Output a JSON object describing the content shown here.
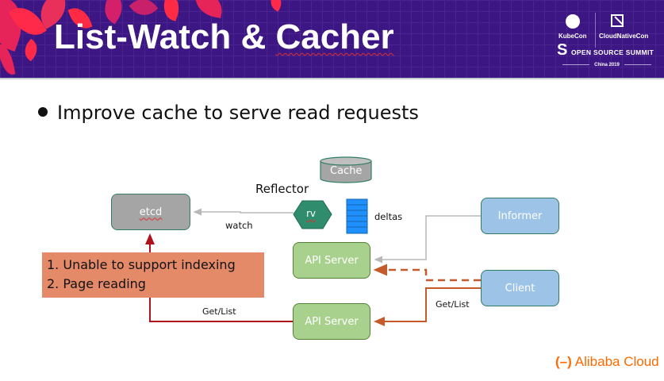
{
  "header": {
    "title": "List-Watch & Cacher",
    "title_plain": "List-Watch & ",
    "title_squiggle": "Cacher",
    "event_logo": {
      "kubecon": "KubeCon",
      "cloudnativecon": "CloudNativeCon",
      "s_glyph": "S",
      "open_source_summit": "OPEN SOURCE SUMMIT",
      "location_year": "China 2019"
    }
  },
  "bullet": {
    "text": "Improve cache to serve read requests"
  },
  "diagram": {
    "nodes": {
      "etcd": "etcd",
      "cache": "Cache",
      "reflector": "Reflector",
      "rv": "rv",
      "deltas": "deltas",
      "api_server_top": "API Server",
      "api_server_bottom": "API Server",
      "informer": "Informer",
      "client": "Client"
    },
    "edges": {
      "watch": "watch",
      "get_list_left": "Get/List",
      "get_list_right": "Get/List"
    },
    "issues": [
      "1. Unable to support indexing",
      "2. Page reading"
    ],
    "colors": {
      "etcd_fill": "#a5a5a5",
      "api_server_fill": "#a9d18e",
      "client_fill": "#9dc3e6",
      "rv_fill": "#2f8c6c",
      "deltas_fill": "#1e90ff",
      "issues_fill": "#e58a69",
      "dark_red_edge": "#b0121b",
      "orange_edge": "#c55a2b",
      "grey_edge": "#b8b8b8"
    }
  },
  "footer": {
    "brand": "Alibaba Cloud",
    "brand_icon": "(–)",
    "brand_color": "#ff6a00"
  }
}
